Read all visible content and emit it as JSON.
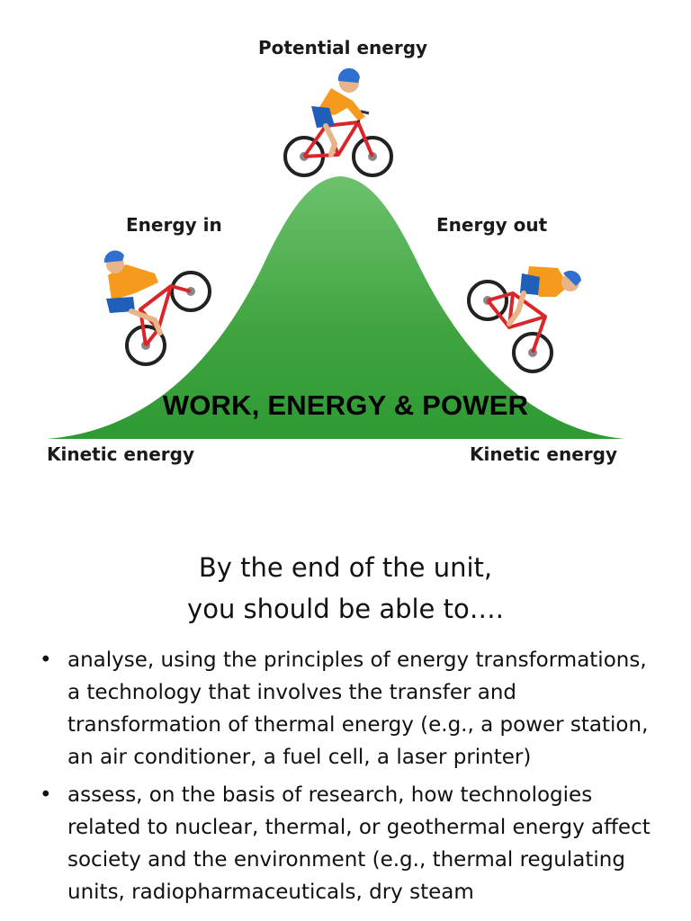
{
  "figure": {
    "label_top": "Potential energy",
    "label_left": "Energy in",
    "label_right": "Energy out",
    "label_bottom_left": "Kinetic energy",
    "label_bottom_right": "Kinetic energy",
    "hill_color": "#3fa33f",
    "jersey_color": "#f59a1c",
    "shorts_color": "#1f5fb8",
    "frame_color": "#d9262b",
    "helmet_color": "#2f6fd0"
  },
  "slide": {
    "title": "WORK, ENERGY & POWER",
    "subtitle_line1": "By the end of the unit,",
    "subtitle_line2": "you should be able to….",
    "bullet_glyph": "•",
    "objectives": [
      "analyse, using the principles of energy transformations, a technology that involves the transfer and transformation of thermal energy (e.g., a power station, an air conditioner, a fuel cell, a laser printer)",
      "assess, on the basis of research, how technologies related to nuclear, thermal, or geothermal energy affect society and the environment (e.g., thermal regulating units, radiopharmaceuticals, dry steam"
    ]
  }
}
